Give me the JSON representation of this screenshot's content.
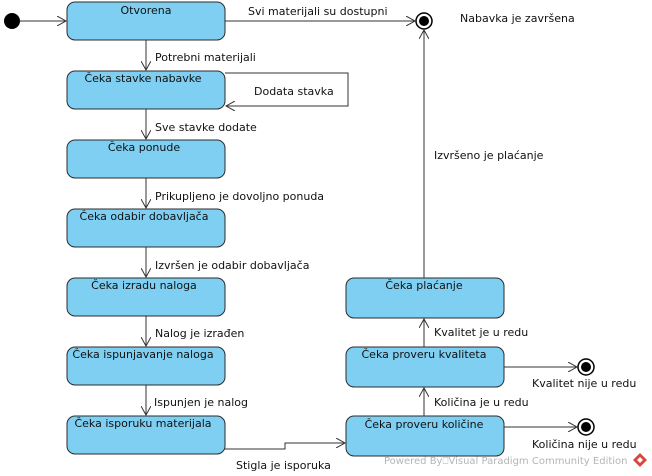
{
  "states": {
    "otvorena": "Otvorena",
    "ceka_stavke": "Čeka stavke nabavke",
    "ceka_ponude": "Čeka ponude",
    "ceka_odabir": "Čeka odabir dobavljača",
    "ceka_izradu": "Čeka izradu naloga",
    "ceka_ispunjavanje": "Čeka ispunjavanje naloga",
    "ceka_isporuku": "Čeka isporuku materijala",
    "ceka_proveru_kolicine": "Čeka proveru količine",
    "ceka_proveru_kvaliteta": "Čeka proveru kvaliteta",
    "ceka_placanje": "Čeka plaćanje"
  },
  "transitions": {
    "svi_materijali": "Svi materijali su dostupni",
    "potrebni_materijali": "Potrebni materijali",
    "dodata_stavka": "Dodata stavka",
    "sve_stavke": "Sve stavke dodate",
    "prikupljeno": "Prikupljeno je dovoljno ponuda",
    "izvrsen_odabir": "Izvršen je odabir dobavljača",
    "nalog_izradjen": "Nalog je izrađen",
    "ispunjen_nalog": "Ispunjen je nalog",
    "stigla_isporuka": "Stigla je isporuka",
    "kolicina_u_redu": "Količina je u redu",
    "kolicina_nije": "Količina nije u redu",
    "kvalitet_u_redu": "Kvalitet je u redu",
    "kvalitet_nije": "Kvalitet nije u redu",
    "izvrseno_placanje": "Izvršeno je plaćanje"
  },
  "final_label": "Nabavka je završena",
  "watermark": "Powered By⎕Visual Paradigm Community Edition"
}
